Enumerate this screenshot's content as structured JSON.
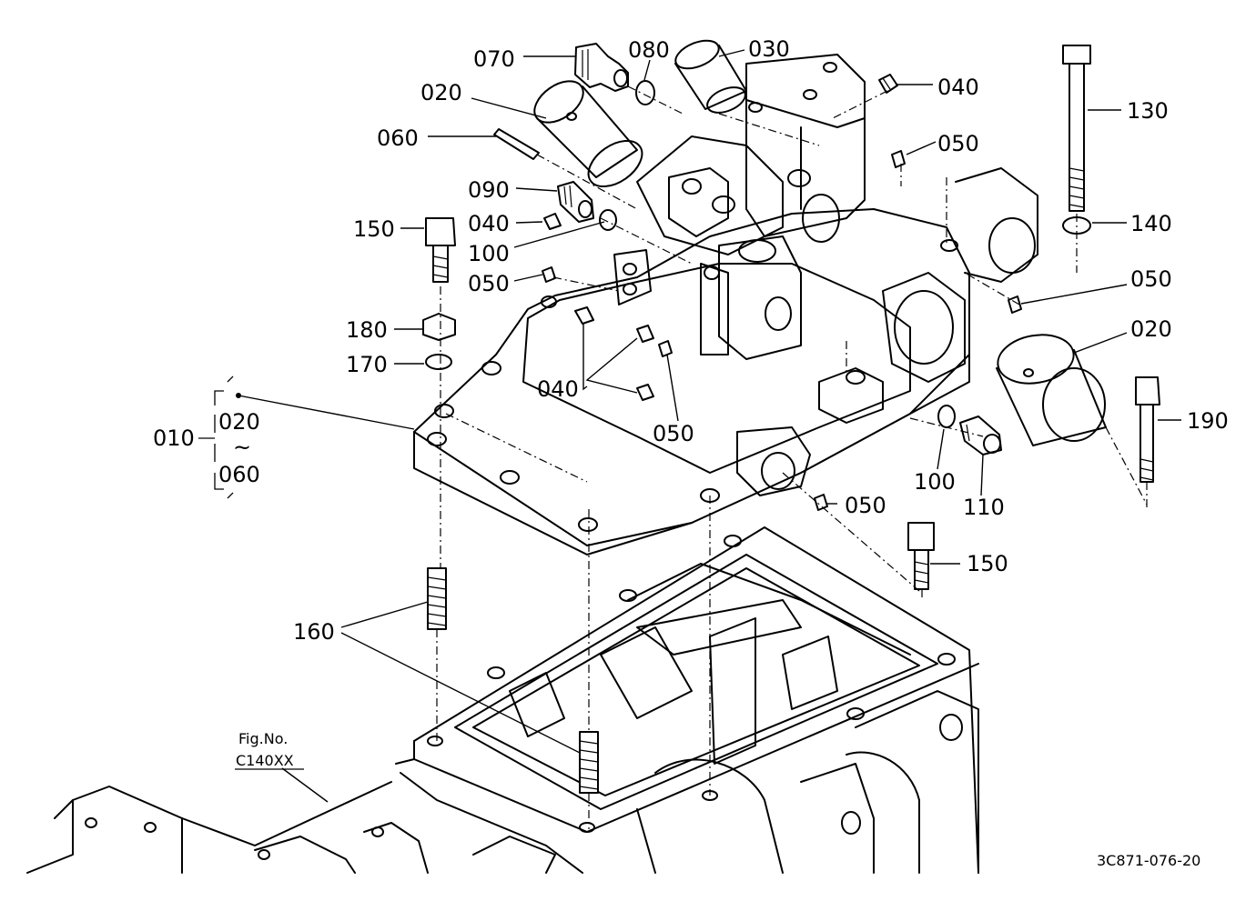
{
  "labels": {
    "p070": "070",
    "p080": "080",
    "p030": "030",
    "p040_top": "040",
    "p020_top": "020",
    "p060": "060",
    "p050_top": "050",
    "p130": "130",
    "p090": "090",
    "p040_mid": "040",
    "p140": "140",
    "p150_left": "150",
    "p100_left": "100",
    "p050_mid": "050",
    "p050_right": "050",
    "p180": "180",
    "p020_right": "020",
    "p170": "170",
    "p040_low": "040",
    "p190": "190",
    "p010": "010",
    "p020_range": "020",
    "range_tilde": "~",
    "p060_range": "060",
    "p050_low": "050",
    "p100_right": "100",
    "p110": "110",
    "p050_bottom": "050",
    "p150_right": "150",
    "p160": "160"
  },
  "figref": {
    "line1": "Fig.No.",
    "line2": "C140XX"
  },
  "drawing_code": "3C871-076-20"
}
